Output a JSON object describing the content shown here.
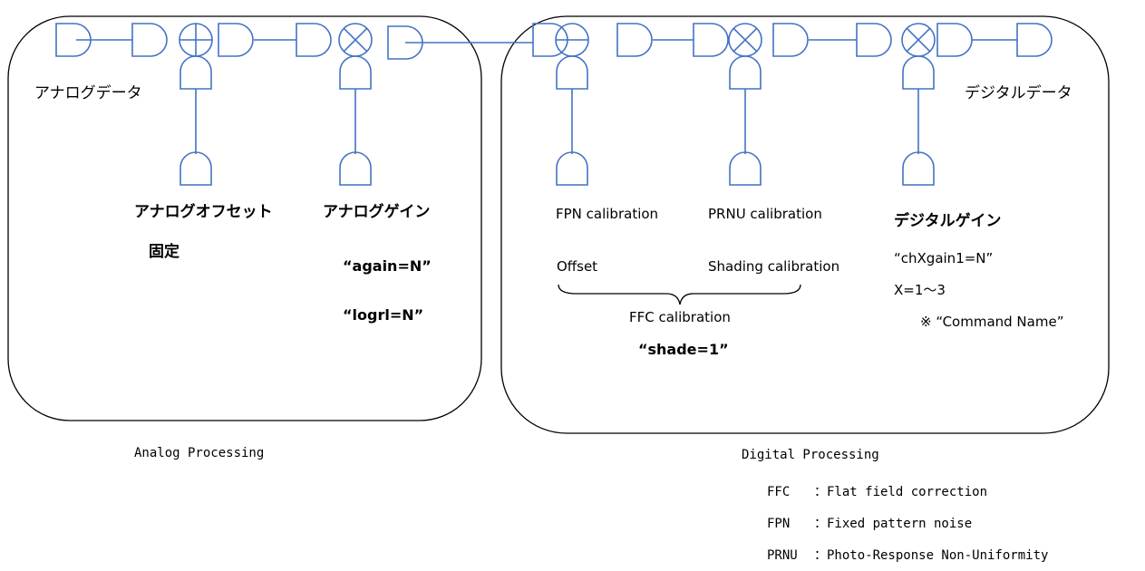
{
  "labels": {
    "analog_data": "アナログデータ",
    "digital_data": "デジタルデータ",
    "analog_offset_title": "アナログオフセット",
    "analog_offset_value": "固定",
    "analog_gain_title": "アナログゲイン",
    "again_cmd": "“again=N”",
    "logrl_cmd": "“logrl=N”",
    "fpn_calibration": "FPN calibration",
    "prnu_calibration": "PRNU calibration",
    "offset": "Offset",
    "shading_calibration": "Shading calibration",
    "ffc_calibration": "FFC calibration",
    "shade_cmd": "“shade=1”",
    "digital_gain_title": "デジタルゲイン",
    "chxgain_cmd": "“chXgain1=N”",
    "x_range": "X=1～3",
    "command_name_note": "※ “Command Name”",
    "analog_processing": "Analog Processing",
    "digital_processing": "Digital Processing"
  },
  "legend": [
    {
      "abbr": "FFC",
      "sep": "：",
      "text": "Flat field correction"
    },
    {
      "abbr": "FPN",
      "sep": "：",
      "text": "Fixed pattern noise"
    },
    {
      "abbr": "PRNU",
      "sep": "：",
      "text": "Photo-Response Non-Uniformity"
    }
  ],
  "colors": {
    "stroke": "#4472c4",
    "frame": "#000000",
    "text": "#000000"
  }
}
